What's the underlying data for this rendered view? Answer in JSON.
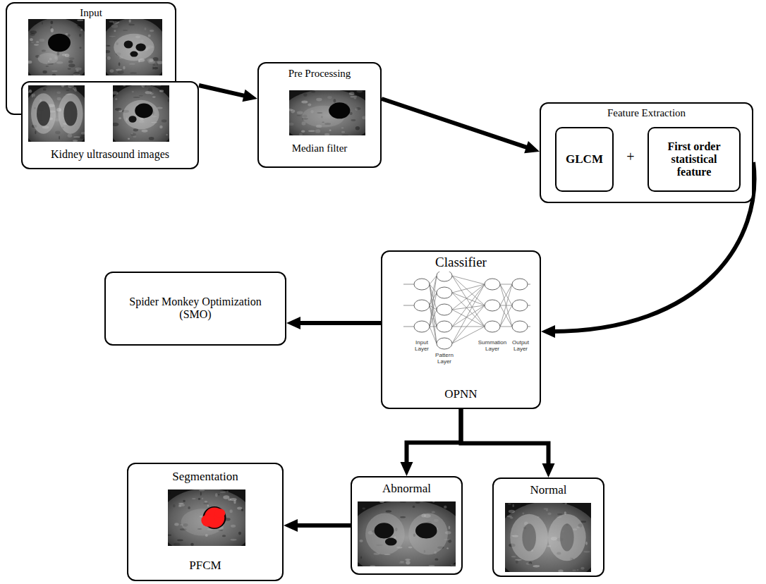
{
  "diagram": {
    "nodes": [
      {
        "text": [
          "Input"
        ]
      },
      {
        "text": [
          "Kidney ultrasound images"
        ]
      },
      {
        "text": [
          "Pre Processing",
          "Median filter"
        ]
      },
      {
        "text": [
          "Feature Extraction"
        ]
      },
      {
        "text": [
          "GLCM"
        ],
        "in": 3
      },
      {
        "text": [
          "First order statistical feature"
        ],
        "in": 3
      },
      {
        "text": [
          "Classifier",
          "OPNN"
        ]
      },
      {
        "text": [
          "Spider Monkey Optimization (SMO)"
        ]
      },
      {
        "text": [
          "Segmentation",
          "PFCM"
        ]
      },
      {
        "text": [
          "Abnormal"
        ]
      },
      {
        "text": [
          "Normal"
        ]
      }
    ],
    "edges": [
      {
        "from": 1,
        "to": 2,
        "arrow": "to"
      },
      {
        "from": 2,
        "to": 3,
        "arrow": "to"
      },
      {
        "from": 3,
        "to": 6,
        "arrow": "to"
      },
      {
        "from": 6,
        "to": 7,
        "arrow": "to"
      },
      {
        "from": 6,
        "to": 9,
        "arrow": "to"
      },
      {
        "from": 6,
        "to": 10,
        "arrow": "to"
      },
      {
        "from": 9,
        "to": 8,
        "arrow": "to"
      }
    ],
    "labels": [
      "+",
      "Input Layer",
      "Pattern Layer",
      "Summation Layer",
      "Output Layer"
    ]
  }
}
